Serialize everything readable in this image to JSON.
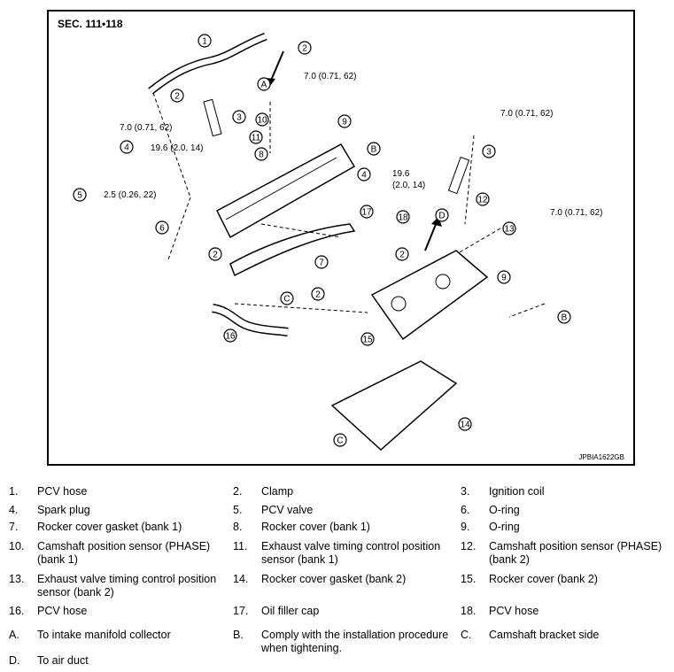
{
  "figure": {
    "section_label": "SEC. 111•118",
    "figure_id": "JPBIA1622GB",
    "torque_labels": {
      "t1": "7.0 (0.71, 62)",
      "t2": "7.0 (0.71, 62)",
      "t3": "19.6 (2.0, 14)",
      "t4": "2.5 (0.26, 22)",
      "t5": "7.0 (0.71, 62)",
      "t6": "19.6",
      "t6b": "(2.0, 14)",
      "t7": "7.0 (0.71, 62)"
    },
    "callouts": {
      "c1": "1",
      "c2a": "2",
      "c2b": "2",
      "c2c": "2",
      "c2d": "2",
      "c2e": "2",
      "c3a": "3",
      "c3b": "3",
      "c4a": "4",
      "c4b": "4",
      "c5": "5",
      "c6": "6",
      "c7": "7",
      "c8": "8",
      "c9a": "9",
      "c9b": "9",
      "c10": "10",
      "c11": "11",
      "c12": "12",
      "c13": "13",
      "c14": "14",
      "c15": "15",
      "c16": "16",
      "c17": "17",
      "c18": "18",
      "ca": "A",
      "cb1": "B",
      "cb2": "B",
      "cc1": "C",
      "cc2": "C",
      "cd": "D"
    }
  },
  "legend": [
    [
      {
        "num": "1.",
        "text": "PCV hose"
      },
      {
        "num": "2.",
        "text": "Clamp"
      },
      {
        "num": "3.",
        "text": "Ignition coil"
      }
    ],
    [
      {
        "num": "4.",
        "text": "Spark plug"
      },
      {
        "num": "5.",
        "text": "PCV valve"
      },
      {
        "num": "6.",
        "text": "O-ring"
      }
    ],
    [
      {
        "num": "7.",
        "text": "Rocker cover gasket (bank 1)"
      },
      {
        "num": "8.",
        "text": "Rocker cover (bank 1)"
      },
      {
        "num": "9.",
        "text": "O-ring"
      }
    ],
    [
      {
        "num": "10.",
        "text": "Camshaft position sensor (PHASE)",
        "text2": "(bank 1)"
      },
      {
        "num": "11.",
        "text": "Exhaust valve timing control position",
        "text2": "sensor (bank 1)"
      },
      {
        "num": "12.",
        "text": "Camshaft position sensor (PHASE)",
        "text2": "(bank 2)"
      }
    ],
    [
      {
        "num": "13.",
        "text": "Exhaust valve timing control position",
        "text2": "sensor (bank 2)"
      },
      {
        "num": "14.",
        "text": "Rocker cover gasket (bank 2)"
      },
      {
        "num": "15.",
        "text": "Rocker cover (bank 2)"
      }
    ],
    [
      {
        "num": "16.",
        "text": "PCV hose"
      },
      {
        "num": "17.",
        "text": "Oil filler cap"
      },
      {
        "num": "18.",
        "text": "PCV hose"
      }
    ],
    [
      {
        "num": "A.",
        "text": "To intake manifold collector"
      },
      {
        "num": "B.",
        "text": "Comply with the installation procedure",
        "text2": "when tightening."
      },
      {
        "num": "C.",
        "text": "Camshaft bracket side"
      }
    ],
    [
      {
        "num": "D.",
        "text": "To air duct"
      }
    ]
  ]
}
